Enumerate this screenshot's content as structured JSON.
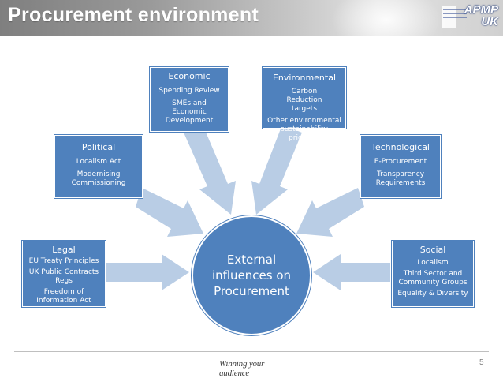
{
  "header": {
    "title": "Procurement environment",
    "logo": {
      "line1": "APMP",
      "line2": "UK"
    }
  },
  "center": {
    "label": "External\ninfluences on\nProcurement"
  },
  "boxes": {
    "legal": {
      "head": "Legal",
      "items": [
        "EU Treaty Principles",
        "UK Public Contracts Regs",
        "Freedom of Information Act"
      ]
    },
    "political": {
      "head": "Political",
      "items": [
        "Localism Act",
        "Modernising Commissioning"
      ]
    },
    "economic": {
      "head": "Economic",
      "items": [
        "Spending Review",
        "SMEs and Economic Development"
      ]
    },
    "environmental": {
      "head": "Environmental",
      "items": [
        "Carbon Reduction targets",
        "Other environmental sustainability priorities"
      ]
    },
    "technological": {
      "head": "Technological",
      "items": [
        "E-Procurement",
        "Transparency Requirements"
      ]
    },
    "social": {
      "head": "Social",
      "items": [
        "Localism",
        "Third Sector and Community Groups",
        "Equality & Diversity"
      ]
    }
  },
  "footer": {
    "brand": "Winning your audience",
    "page_number": "5"
  },
  "colors": {
    "box_fill": "#4f81bd",
    "arrow_fill": "#b9cde5",
    "header_text": "#ffffff"
  }
}
